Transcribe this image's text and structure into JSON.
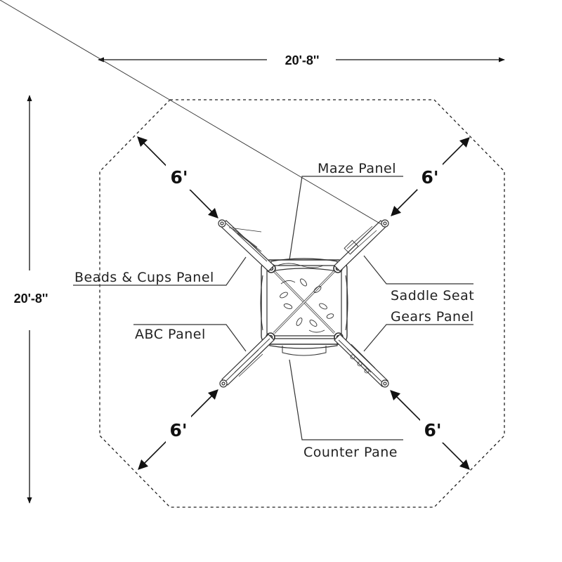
{
  "dimensions": {
    "width": "20'-8''",
    "height": "20'-8''"
  },
  "clearances": {
    "top_left": "6'",
    "top_right": "6'",
    "bottom_left": "6'",
    "bottom_right": "6'"
  },
  "labels": {
    "maze": "Maze Panel",
    "beads": "Beads & Cups Panel",
    "saddle": "Saddle Seat",
    "gears": "Gears Panel",
    "abc": "ABC Panel",
    "counter": "Counter Pane"
  },
  "colors": {
    "line": "#222222"
  }
}
